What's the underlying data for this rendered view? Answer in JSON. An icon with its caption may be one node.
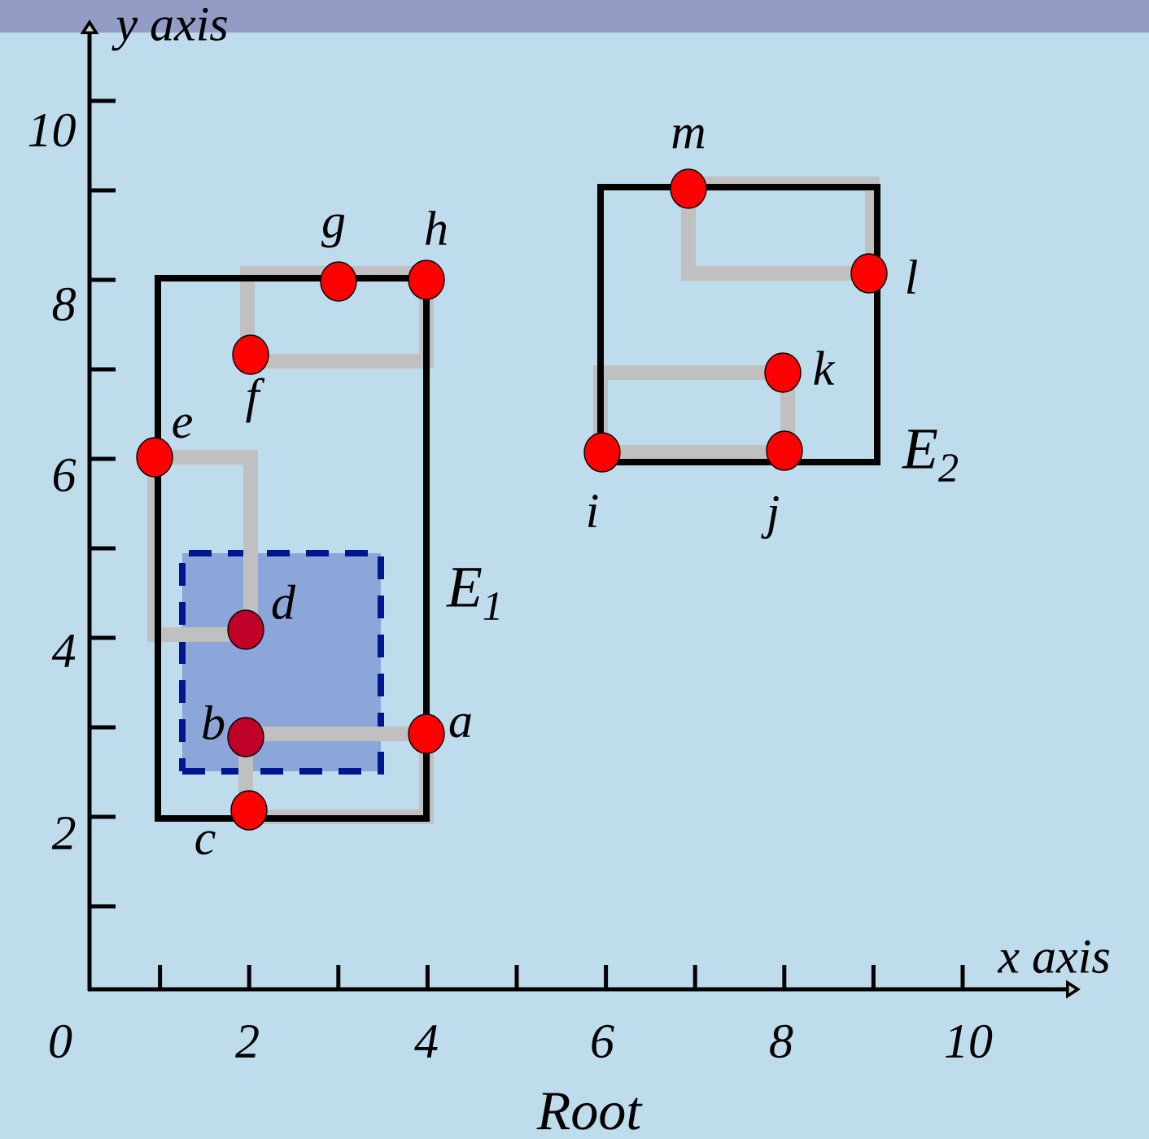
{
  "diagram": {
    "nodes": [
      {
        "text": [
          "E$_{1}$"
        ]
      },
      {
        "text": [],
        "shape": "box",
        "in": 0
      },
      {
        "text": [],
        "shape": "box",
        "in": 0
      },
      {
        "text": [],
        "shape": "box",
        "in": 0
      },
      {
        "text": [],
        "shape": "box",
        "in": 0
      },
      {
        "text": [
          "E$_{2}$"
        ]
      },
      {
        "text": [],
        "shape": "box",
        "in": 5
      },
      {
        "text": [],
        "shape": "box",
        "in": 5
      },
      {
        "text": [],
        "shape": "circle",
        "beside": [
          "a"
        ]
      },
      {
        "text": [],
        "shape": "circle",
        "beside": [
          "b"
        ],
        "in": 3
      },
      {
        "text": [],
        "shape": "circle",
        "beside": [
          "c"
        ]
      },
      {
        "text": [],
        "shape": "circle",
        "beside": [
          "d"
        ],
        "in": 3
      },
      {
        "text": [],
        "shape": "circle",
        "beside": [
          "e"
        ]
      },
      {
        "text": [],
        "shape": "circle",
        "beside": [
          "f"
        ],
        "in": 0
      },
      {
        "text": [],
        "shape": "circle",
        "beside": [
          "g"
        ]
      },
      {
        "text": [],
        "shape": "circle",
        "beside": [
          "h"
        ]
      },
      {
        "text": [],
        "shape": "circle",
        "beside": [
          "i"
        ]
      },
      {
        "text": [],
        "shape": "circle",
        "beside": [
          "j"
        ]
      },
      {
        "text": [],
        "shape": "circle",
        "beside": [
          "k"
        ],
        "in": 5
      },
      {
        "text": [],
        "shape": "circle",
        "beside": [
          "l"
        ]
      },
      {
        "text": [],
        "shape": "circle",
        "beside": [
          "m"
        ]
      }
    ],
    "labels": [
      "y axis",
      "10",
      "8",
      "6",
      "4",
      "2",
      "x axis",
      "0",
      "2",
      "4",
      "6",
      "8",
      "10",
      "Root"
    ]
  }
}
